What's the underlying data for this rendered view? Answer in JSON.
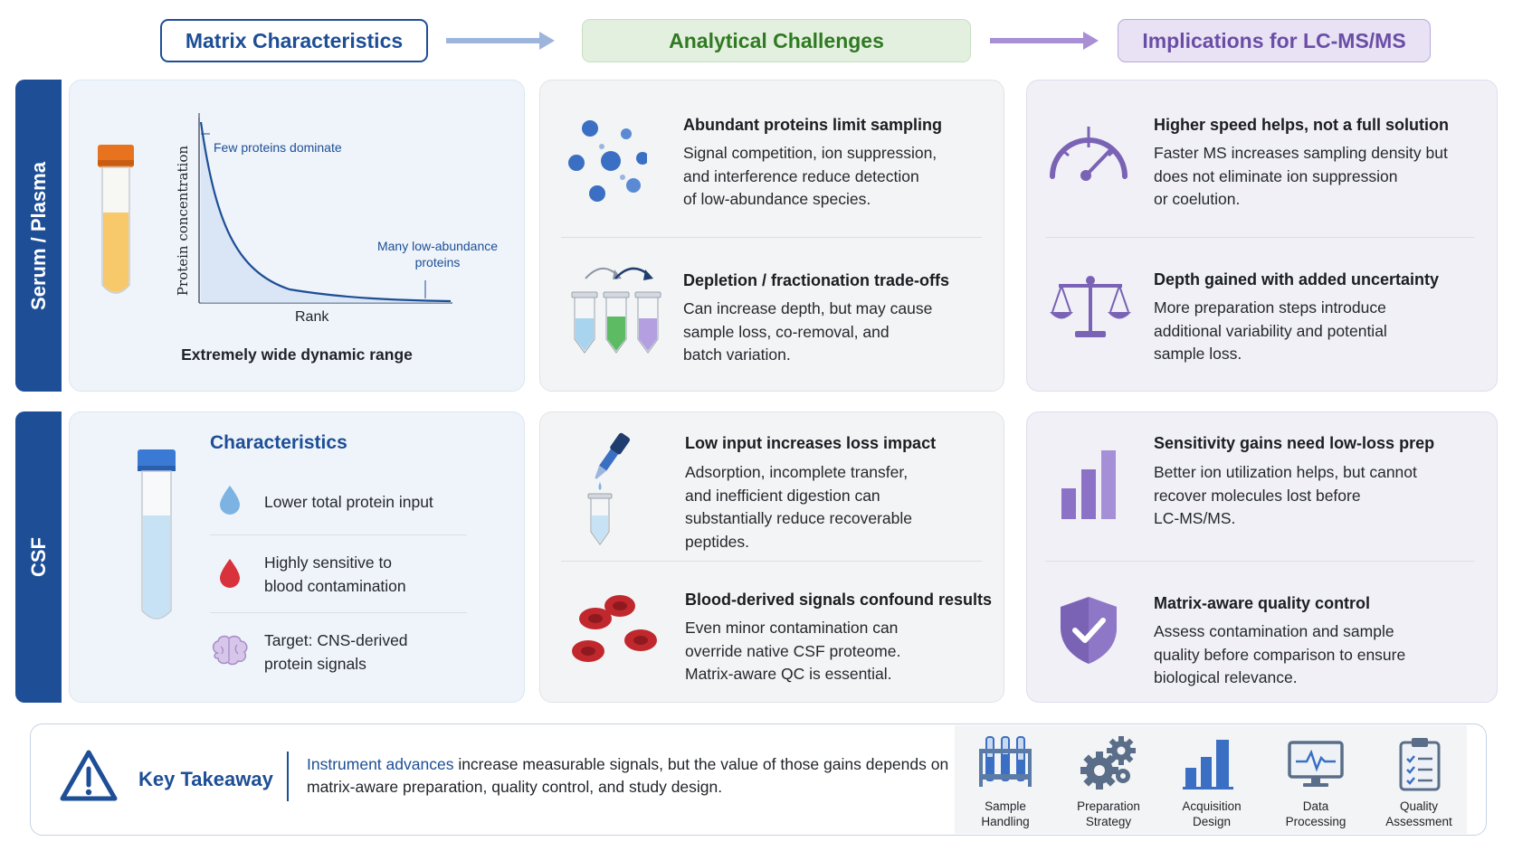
{
  "header": {
    "matrix": "Matrix Characteristics",
    "challenges": "Analytical Challenges",
    "implications": "Implications for LC-MS/MS"
  },
  "rows": {
    "serum_label": "Serum / Plasma",
    "csf_label": "CSF"
  },
  "serum_matrix": {
    "ylabel": "Protein concentration",
    "xlabel": "Rank",
    "annot_top": "Few proteins dominate",
    "annot_bottom_1": "Many low-abundance",
    "annot_bottom_2": "proteins",
    "caption": "Extremely wide dynamic range"
  },
  "serum_challenges": [
    {
      "title": "Abundant proteins limit sampling",
      "lines": [
        "Signal competition, ion suppression,",
        "and interference reduce detection",
        "of low-abundance species."
      ]
    },
    {
      "title": "Depletion / fractionation trade-offs",
      "lines": [
        "Can increase depth, but may cause",
        "sample loss, co-removal, and",
        "batch variation."
      ]
    }
  ],
  "serum_implications": [
    {
      "title": "Higher speed helps, not a full solution",
      "lines": [
        "Faster MS increases sampling density but",
        "does not eliminate ion suppression",
        "or coelution."
      ]
    },
    {
      "title": "Depth gained with added uncertainty",
      "lines": [
        "More preparation steps introduce",
        "additional variability and potential",
        "sample loss."
      ]
    }
  ],
  "csf_matrix": {
    "heading": "Characteristics",
    "items": [
      {
        "lines": [
          "Lower total protein input"
        ]
      },
      {
        "lines": [
          "Highly sensitive to",
          "blood contamination"
        ]
      },
      {
        "lines": [
          "Target: CNS-derived",
          "protein signals"
        ]
      }
    ]
  },
  "csf_challenges": [
    {
      "title": "Low input increases loss impact",
      "lines": [
        "Adsorption, incomplete transfer,",
        "and inefficient digestion can",
        "substantially reduce recoverable",
        "peptides."
      ]
    },
    {
      "title": "Blood-derived signals confound results",
      "lines": [
        "Even minor contamination can",
        "override native CSF proteome.",
        "Matrix-aware QC is essential."
      ]
    }
  ],
  "csf_implications": [
    {
      "title": "Sensitivity gains need low-loss prep",
      "lines": [
        "Better ion utilization helps, but cannot",
        "recover molecules lost before",
        "LC-MS/MS."
      ]
    },
    {
      "title": "Matrix-aware quality control",
      "lines": [
        "Assess contamination and sample",
        "quality before comparison to ensure",
        "biological relevance."
      ]
    }
  ],
  "takeaway": {
    "title": "Key Takeaway",
    "highlight": "Instrument advances",
    "line1_rest": " increase measurable signals, but the value of those gains depends on",
    "line2": "matrix-aware preparation, quality control, and study design."
  },
  "workflow": [
    {
      "icon": "test-tube-rack-icon",
      "l1": "Sample",
      "l2": "Handling"
    },
    {
      "icon": "gears-icon",
      "l1": "Preparation",
      "l2": "Strategy"
    },
    {
      "icon": "bar-chart-icon",
      "l1": "Acquisition",
      "l2": "Design"
    },
    {
      "icon": "monitor-icon",
      "l1": "Data",
      "l2": "Processing"
    },
    {
      "icon": "clipboard-check-icon",
      "l1": "Quality",
      "l2": "Assessment"
    }
  ],
  "colors": {
    "navy": "#1d4e96",
    "green": "#2f7a22",
    "purple": "#6a4ea6",
    "icon_blue": "#3a6fc4",
    "icon_purple": "#7a63b5",
    "blood_red": "#c0282d"
  }
}
